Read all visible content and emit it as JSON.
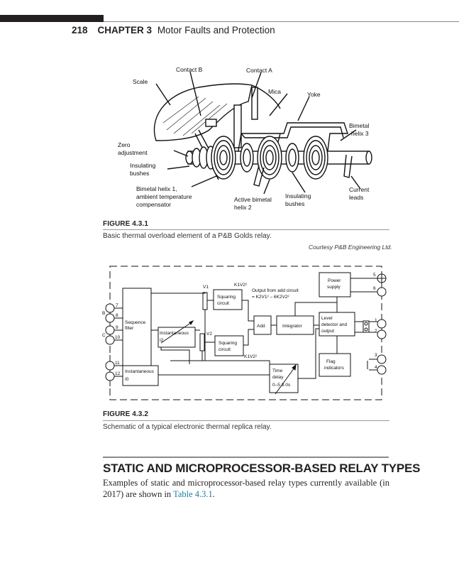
{
  "header": {
    "page_number": "218",
    "chapter_label": "CHAPTER 3",
    "chapter_title": "Motor Faults and Protection"
  },
  "figure1": {
    "labels": {
      "contact_b": "Contact B",
      "contact_a": "Contact A",
      "scale": "Scale",
      "mica": "Mica",
      "yoke": "Yoke",
      "bimetal_helix_3_l1": "Bimetal",
      "bimetal_helix_3_l2": "helix 3",
      "zero_adj_l1": "Zero",
      "zero_adj_l2": "adjustment",
      "insulating_bushes_left_l1": "Insulating",
      "insulating_bushes_left_l2": "bushes",
      "helix1_l1": "Bimetal helix 1,",
      "helix1_l2": "ambient temperature",
      "helix1_l3": "compensator",
      "helix2_l1": "Active bimetal",
      "helix2_l2": "helix 2",
      "insulating_bushes_right_l1": "Insulating",
      "insulating_bushes_right_l2": "bushes",
      "current_leads_l1": "Current",
      "current_leads_l2": "leads"
    },
    "label": "FIGURE 4.3.1",
    "caption": "Basic thermal overload element of a P&B Golds relay.",
    "courtesy": "Courtesy P&B Engineering Ltd."
  },
  "figure2": {
    "blocks": {
      "sequence_filter_l1": "Sequence",
      "sequence_filter_l2": "filter",
      "instantaneous_i2_l1": "Instantaneous",
      "instantaneous_i2_l2": "I2",
      "instantaneous_i0_l1": "Instantaneous",
      "instantaneous_i0_l2": "I0",
      "squaring_top_l1": "Squaring",
      "squaring_top_l2": "circuit",
      "squaring_bottom_l1": "Squaring",
      "squaring_bottom_l2": "circuit",
      "add": "Add",
      "integrator": "Integrator",
      "power_supply_l1": "Power",
      "power_supply_l2": "supply",
      "level_detector_l1": "Level",
      "level_detector_l2": "detector and",
      "level_detector_l3": "output",
      "flag_l1": "Flag",
      "flag_l2": "indicators",
      "time_delay_l1": "Time",
      "time_delay_l2": "delay",
      "time_delay_l3": "0–5 3-0s"
    },
    "signals": {
      "v1": "V1",
      "v2": "V2",
      "k1v2_top": "K1V2²",
      "k1v2_bottom": "K1V2²",
      "output_note_l1": "Output from add circuit",
      "output_note_l2": "= K2V1² – 6K2V2²"
    },
    "terminals": {
      "t1": "1",
      "t2": "2",
      "t3": "3",
      "t4": "4",
      "t5": "5",
      "t6": "6",
      "t7": "7",
      "t8": "8",
      "t9": "9",
      "t10": "10",
      "t11": "11",
      "t12": "12",
      "group_b": "B",
      "group_c": "C"
    },
    "label": "FIGURE 4.3.2",
    "caption": "Schematic of a typical electronic thermal replica relay."
  },
  "section": {
    "heading": "STATIC AND MICROPROCESSOR-BASED RELAY TYPES",
    "body_before_link": "Examples of static and microprocessor-based relay types currently available (in 2017) are shown in ",
    "link_text": "Table 4.3.1",
    "body_after_link": ".",
    "link_color": "#1a7fa0"
  }
}
